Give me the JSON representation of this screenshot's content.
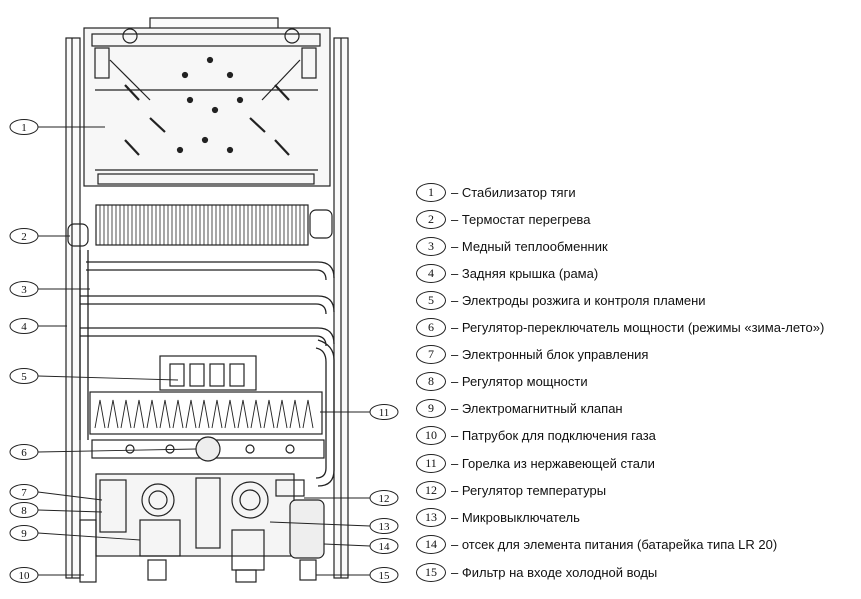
{
  "callouts_left": [
    "1",
    "2",
    "3",
    "4",
    "5",
    "6",
    "7",
    "8",
    "9",
    "10"
  ],
  "callouts_right": [
    "11",
    "12",
    "13",
    "14",
    "15"
  ],
  "legend": [
    {
      "num": "1",
      "text": "– Стабилизатор тяги"
    },
    {
      "num": "2",
      "text": "– Термостат перегрева"
    },
    {
      "num": "3",
      "text": "– Медный теплообменник"
    },
    {
      "num": "4",
      "text": "– Задняя крышка (рама)"
    },
    {
      "num": "5",
      "text": "– Электроды розжига и контроля пламени"
    },
    {
      "num": "6",
      "text": "– Регулятор-переключатель мощности (режимы «зима-лето»)"
    },
    {
      "num": "7",
      "text": "– Электронный блок управления"
    },
    {
      "num": "8",
      "text": "– Регулятор мощности"
    },
    {
      "num": "9",
      "text": "– Электромагнитный клапан"
    },
    {
      "num": "10",
      "text": "– Патрубок для подключения газа"
    },
    {
      "num": "11",
      "text": "– Горелка из нержавеющей стали"
    },
    {
      "num": "12",
      "text": "– Регулятор температуры"
    },
    {
      "num": "13",
      "text": "– Микровыключатель"
    },
    {
      "num": "14",
      "text": "– отсек для элемента питания (батарейка типа LR 20)"
    },
    {
      "num": "15",
      "text": "– Фильтр на входе холодной воды"
    }
  ]
}
